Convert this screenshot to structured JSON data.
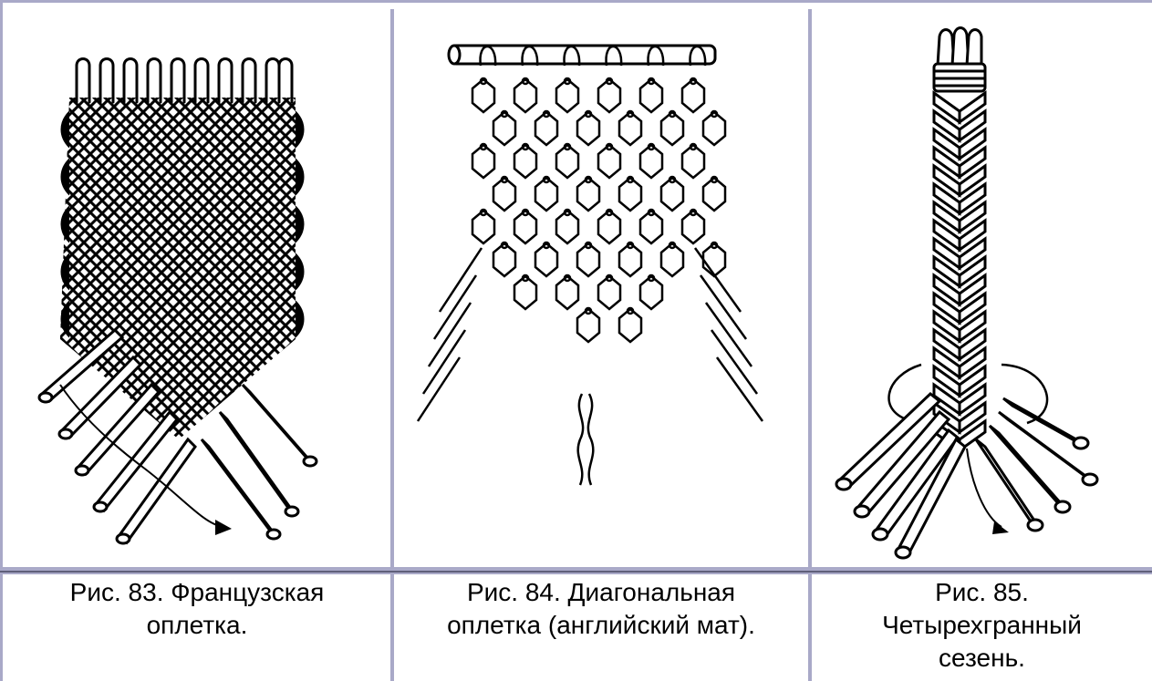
{
  "figures": [
    {
      "id": "fig83",
      "icon": "french-braid-illustration",
      "caption_lines": [
        "Рис. 83. Французская",
        "оплетка."
      ]
    },
    {
      "id": "fig84",
      "icon": "diagonal-braid-english-mat-illustration",
      "caption_lines": [
        "Рис. 84. Диагональная",
        "оплетка (английский мат)."
      ]
    },
    {
      "id": "fig85",
      "icon": "four-sided-sennit-illustration",
      "caption_lines": [
        "Рис. 85.",
        "Четырехгранный",
        "сезень."
      ]
    }
  ]
}
